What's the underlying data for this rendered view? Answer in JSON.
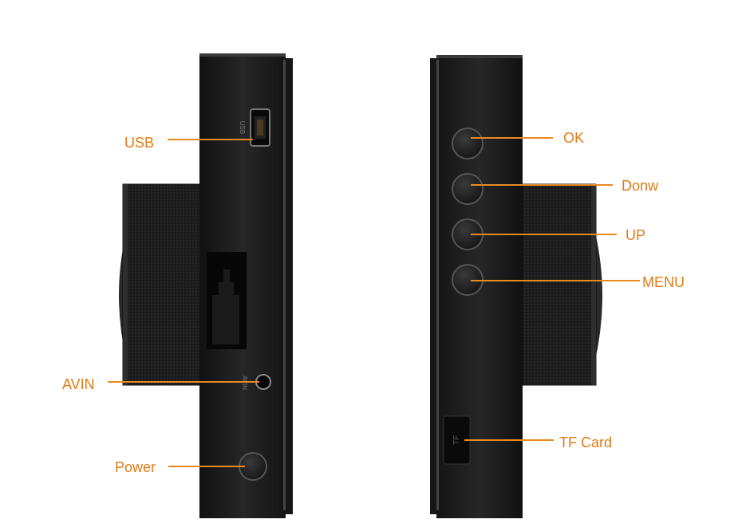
{
  "accent_color": "#e07b16",
  "left_view": {
    "usb": {
      "label": "USB",
      "port_text": "USB",
      "icon": "mini-usb-port-icon"
    },
    "avin": {
      "label": "AVIN",
      "port_text": "AVIN",
      "icon": "av-jack-icon"
    },
    "power": {
      "label": "Power",
      "icon": "power-button-icon"
    }
  },
  "right_view": {
    "ok": {
      "label": "OK"
    },
    "down": {
      "label": "Donw"
    },
    "up": {
      "label": "UP"
    },
    "menu": {
      "label": "MENU"
    },
    "tf": {
      "label": "TF Card",
      "slot_text": "TF"
    }
  }
}
